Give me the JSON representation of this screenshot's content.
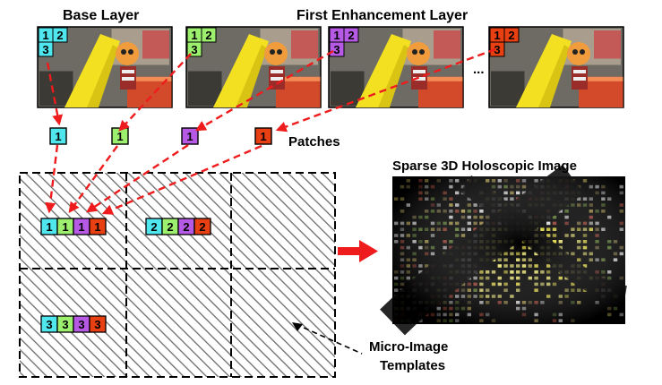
{
  "title_base": "Base Layer",
  "title_enh": "First Enhancement Layer",
  "ellipsis": "...",
  "patches_label": "Patches",
  "sparse_title": "Sparse 3D Holoscopic Image",
  "templates_label_1": "Micro-Image",
  "templates_label_2": "Templates",
  "colors": {
    "cyan": "#4fe6ee",
    "green": "#9cf06e",
    "purple": "#b65ae6",
    "red": "#e84012",
    "arrow": "#ee1c1c"
  },
  "frames": [
    {
      "color": "cyan",
      "tiles": [
        "1",
        "2",
        "3"
      ]
    },
    {
      "color": "green",
      "tiles": [
        "1",
        "2",
        "3"
      ]
    },
    {
      "color": "purple",
      "tiles": [
        "1",
        "2",
        "3"
      ]
    },
    {
      "color": "red",
      "tiles": [
        "1",
        "2",
        "3"
      ]
    }
  ],
  "patches": [
    {
      "color": "cyan",
      "label": "1"
    },
    {
      "color": "green",
      "label": "1"
    },
    {
      "color": "purple",
      "label": "1"
    },
    {
      "color": "red",
      "label": "1"
    }
  ],
  "templates": [
    {
      "labels": [
        "1",
        "1",
        "1",
        "1"
      ]
    },
    {
      "labels": [
        "2",
        "2",
        "2",
        "2"
      ]
    },
    {
      "labels": [
        "3",
        "3",
        "3",
        "3"
      ]
    }
  ]
}
